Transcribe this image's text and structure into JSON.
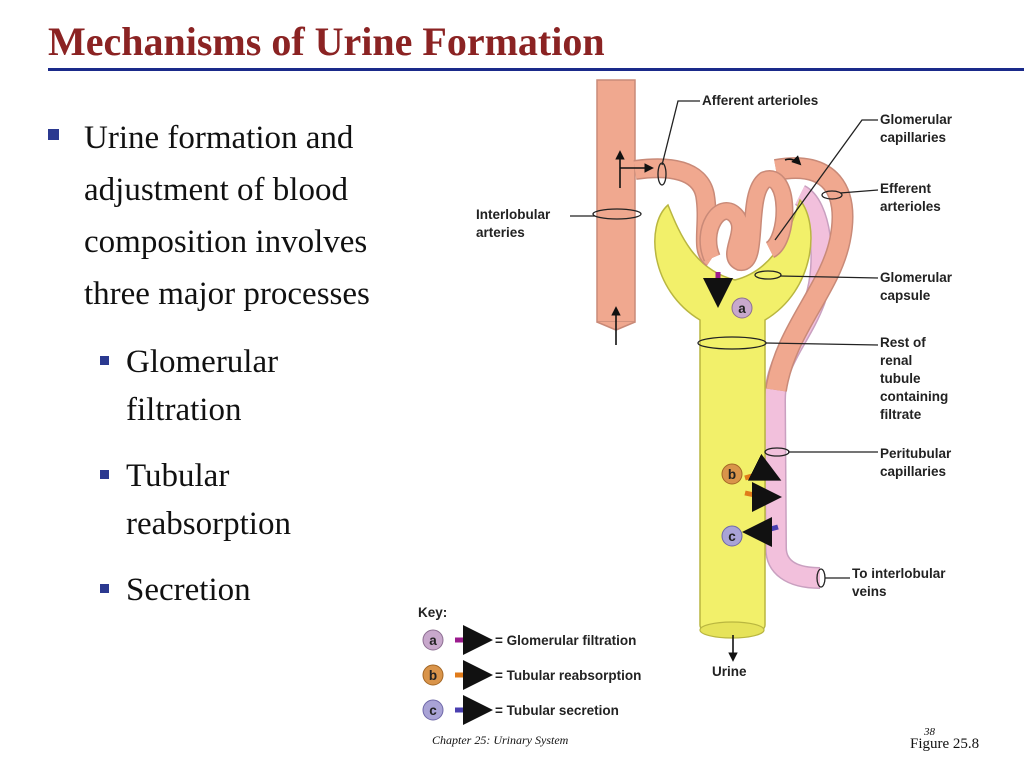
{
  "slide": {
    "title": "Mechanisms of Urine Formation",
    "bullet_main": "Urine formation and adjustment of blood composition involves three major processes",
    "sub_bullets": [
      "Glomerular filtration",
      "Tubular reabsorption",
      "Secretion"
    ]
  },
  "diagram": {
    "labels": {
      "afferent": "Afferent arterioles",
      "glom_cap_1": "Glomerular",
      "glom_cap_2": "capillaries",
      "efferent_1": "Efferent",
      "efferent_2": "arterioles",
      "interlobular_1": "Interlobular",
      "interlobular_2": "arteries",
      "capsule_1": "Glomerular",
      "capsule_2": "capsule",
      "rest_1": "Rest of",
      "rest_2": "renal",
      "rest_3": "tubule",
      "rest_4": "containing",
      "rest_5": "filtrate",
      "peri_1": "Peritubular",
      "peri_2": "capillaries",
      "veins_1": "To interlobular",
      "veins_2": "veins",
      "urine": "Urine"
    },
    "markers": {
      "a": "a",
      "b": "b",
      "c": "c"
    },
    "key": {
      "title": "Key:",
      "items": [
        {
          "letter": "a",
          "text": "= Glomerular filtration",
          "color": "#9b1b8e"
        },
        {
          "letter": "b",
          "text": "= Tubular reabsorption",
          "color": "#e07b1a"
        },
        {
          "letter": "c",
          "text": "= Tubular secretion",
          "color": "#4a3fb0"
        }
      ]
    },
    "colors": {
      "artery": "#f0a88f",
      "tubule": "#f2f06a",
      "peritubular": "#f2c0dc",
      "badge": "#c8a8cc",
      "title": "#8b2323",
      "rule": "#1a2a8a"
    }
  },
  "footer": {
    "chapter": "Chapter 25: Urinary System",
    "page": "38",
    "figure": "Figure 25.8"
  }
}
